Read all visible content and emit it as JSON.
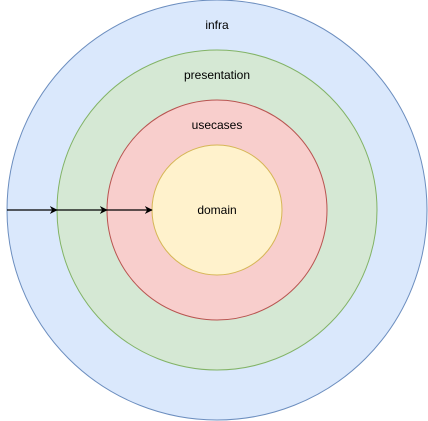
{
  "diagram": {
    "layers": {
      "infra": {
        "label": "infra",
        "fill": "#dae8fc",
        "stroke": "#6c8ebf"
      },
      "presentation": {
        "label": "presentation",
        "fill": "#d5e8d4",
        "stroke": "#82b366"
      },
      "usecases": {
        "label": "usecases",
        "fill": "#f8cecc",
        "stroke": "#b85450"
      },
      "domain": {
        "label": "domain",
        "fill": "#fff2cc",
        "stroke": "#d6b656"
      }
    },
    "arrow_color": "#000000"
  }
}
